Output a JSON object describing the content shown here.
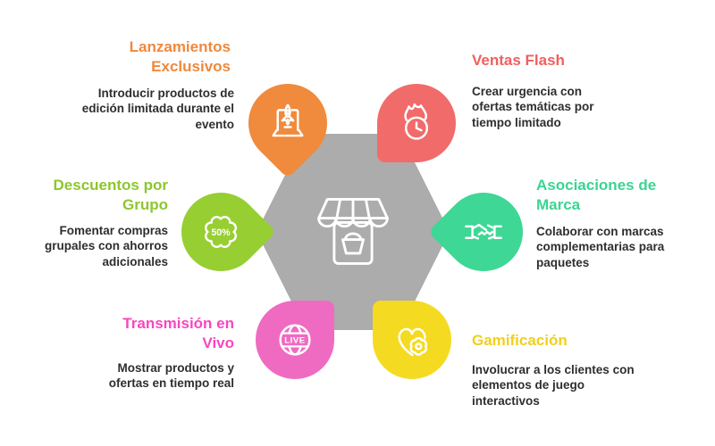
{
  "infographic": {
    "background": "#FFFFFF",
    "hexagon_color": "#ACACAC",
    "text_color": "#2E2E2E",
    "center": {
      "icon": "storefront-icon"
    },
    "nodes": [
      {
        "id": "exclusive-launches",
        "title": "Lanzamientos Exclusivos",
        "description": "Introducir productos de edición limitada durante el evento",
        "color": "#F08A3C",
        "title_color": "#F0883B",
        "icon": "rocket-laptop-icon"
      },
      {
        "id": "flash-sales",
        "title": "Ventas Flash",
        "description": "Crear urgencia con ofertas temáticas por tiempo limitado",
        "color": "#F16B6B",
        "title_color": "#F05F5F",
        "icon": "flame-clock-icon"
      },
      {
        "id": "group-discounts",
        "title": "Descuentos por Grupo",
        "description": "Fomentar compras grupales con ahorros adicionales",
        "color": "#97CE32",
        "title_color": "#8CC72C",
        "icon": "discount-badge-icon",
        "badge_text": "50%"
      },
      {
        "id": "brand-partnerships",
        "title": "Asociaciones de Marca",
        "description": "Colaborar con marcas complementarias para paquetes",
        "color": "#3ED795",
        "title_color": "#3BD492",
        "icon": "handshake-icon"
      },
      {
        "id": "live-streaming",
        "title": "Transmisión en Vivo",
        "description": "Mostrar productos y ofertas en tiempo real",
        "color": "#EF6BC1",
        "title_color": "#F747BE",
        "icon": "live-globe-icon",
        "badge_text": "LIVE"
      },
      {
        "id": "gamification",
        "title": "Gamificación",
        "description": "Involucrar a los clientes con elementos de juego interactivos",
        "color": "#F5DA22",
        "title_color": "#F2CF1D",
        "icon": "heart-gear-icon"
      }
    ]
  }
}
